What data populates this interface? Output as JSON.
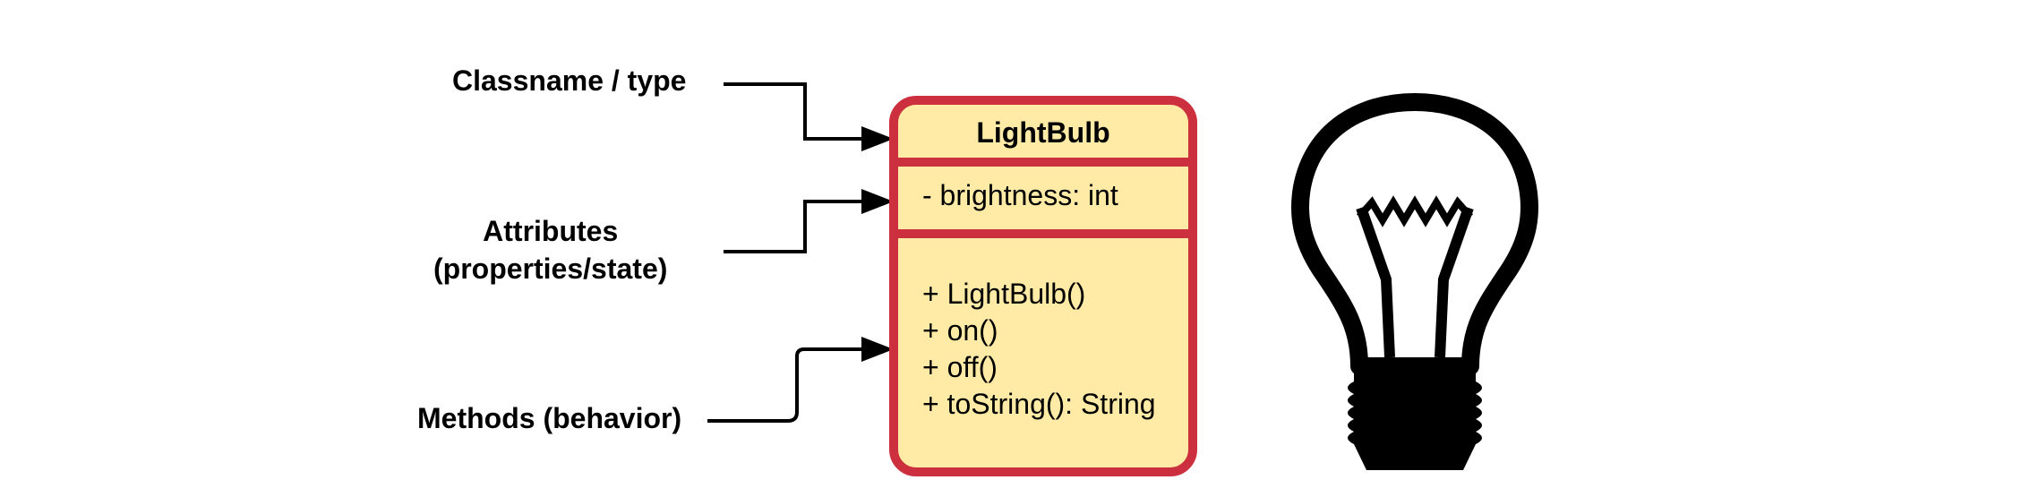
{
  "annotations": {
    "classname_label": "Classname / type",
    "attributes_label_line1": "Attributes",
    "attributes_label_line2": "(properties/state)",
    "methods_label": "Methods (behavior)"
  },
  "uml_class": {
    "name": "LightBulb",
    "attributes": [
      "- brightness: int"
    ],
    "methods": [
      "+ LightBulb()",
      "+ on()",
      "+ off()",
      "+ toString(): String"
    ]
  },
  "colors": {
    "class_border": "#cc2f3d",
    "class_fill": "#ffeaa6",
    "text": "#000000"
  },
  "icons": {
    "illustration": "light-bulb-icon"
  }
}
